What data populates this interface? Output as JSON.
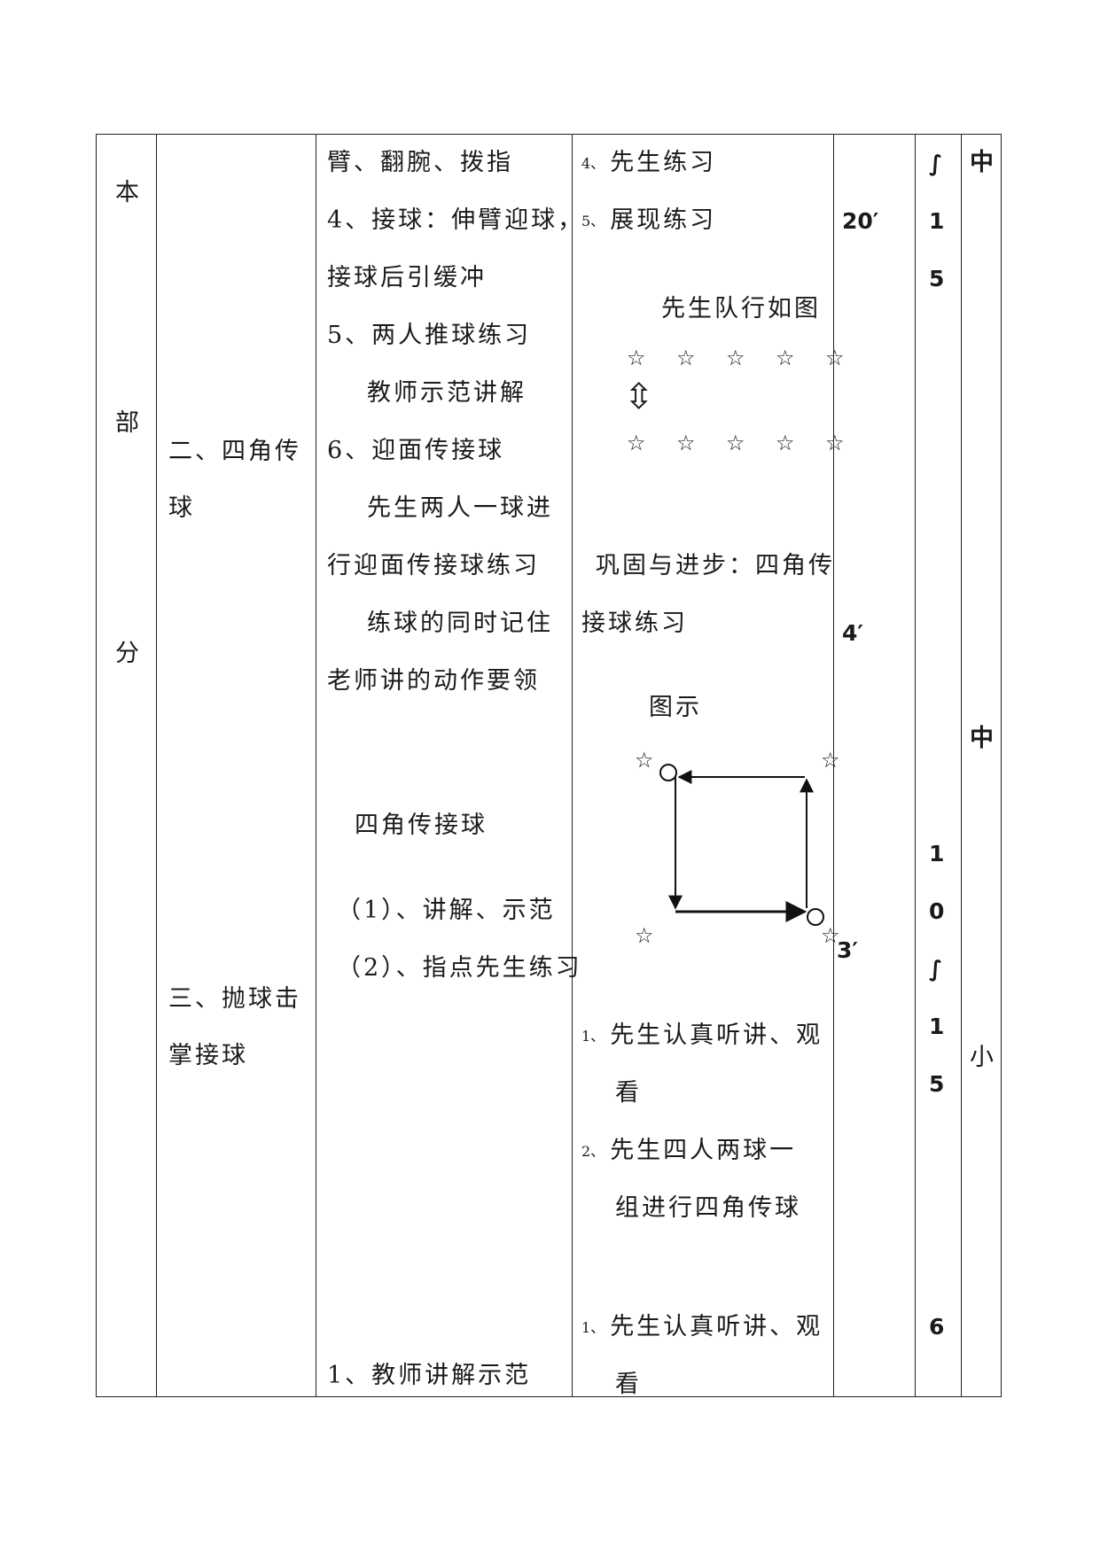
{
  "col1": {
    "chars": [
      "本",
      "部",
      "分"
    ]
  },
  "col2": {
    "item2": {
      "l1": "二、四角传",
      "l2": "球"
    },
    "item3": {
      "l1": "三、抛球击",
      "l2": "掌接球"
    }
  },
  "col3": {
    "lines": [
      "臂、翻腕、拨指",
      "4、接球：伸臂迎球，",
      "接球后引缓冲",
      "5、两人推球练习",
      "教师示范讲解",
      "6、迎面传接球",
      "先生两人一球进",
      "行迎面传接球练习",
      "练球的同时记住",
      "老师讲的动作要领"
    ],
    "sub_title": "四角传接球",
    "step1": "（1）、讲解、示范",
    "step2": "（2）、指点先生练习",
    "last": "1、教师讲解示范"
  },
  "col4": {
    "p4_num": "4、",
    "p4": "先生练习",
    "p5_num": "5、",
    "p5": "展现练习",
    "formation": "先生队行如图",
    "consolidate1": "巩固与进步：四角传",
    "consolidate2": "接球练习",
    "diagram_label": "图示",
    "a1_num": "1、",
    "a1_l1": "先生认真听讲、观",
    "a1_l2": "看",
    "a2_num": "2、",
    "a2_l1": "先生四人两球一",
    "a2_l2": "组进行四角传球",
    "b1_num": "1、",
    "b1_l1": "先生认真听讲、观",
    "b1_l2": "看",
    "star_glyph": "☆",
    "updown_glyph": "⇳"
  },
  "col5": {
    "t1": "20′",
    "t2": "4′",
    "t3": "3′"
  },
  "col6": {
    "chars": [
      "∫",
      "1",
      "5",
      "1",
      "0",
      "∫",
      "1",
      "5",
      "6"
    ]
  },
  "col7": {
    "chars": [
      "中",
      "中",
      "小"
    ]
  }
}
